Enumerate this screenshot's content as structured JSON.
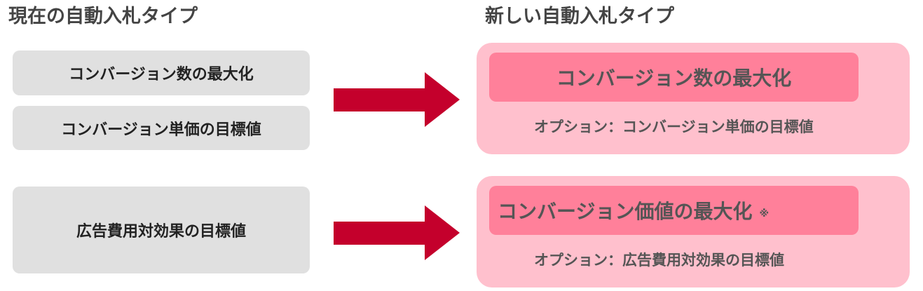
{
  "headings": {
    "current": "現在の自動入札タイプ",
    "new": "新しい自動入札タイプ"
  },
  "current_types": [
    "コンバージョン数の最大化",
    "コンバージョン単価の目標値",
    "広告費用対効果の目標値"
  ],
  "new_types": [
    {
      "name": "コンバージョン数の最大化",
      "note_mark": "",
      "option": "オプション：コンバージョン単価の目標値"
    },
    {
      "name": "コンバージョン価値の最大化",
      "note_mark": "※",
      "option": "オプション：広告費用対効果の目標値"
    }
  ],
  "colors": {
    "arrow": "#c4002c",
    "gray_box": "#e0e0e0",
    "pink_panel": "#ffc0cd",
    "pink_inner": "#ff809a"
  }
}
